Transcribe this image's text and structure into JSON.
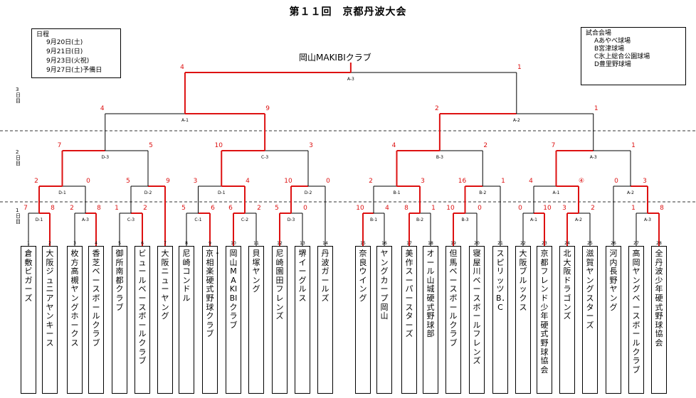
{
  "title": "第１１回　京都丹波大会",
  "schedule": {
    "title": "日程",
    "dates": [
      "9月20日(土)",
      "9月21日(日)",
      "9月23日(火祝)",
      "9月27日(土)予備日"
    ]
  },
  "venues": {
    "title": "試合会場",
    "items": [
      "Aあやべ球場",
      "B宮津球場",
      "C氷上総合公園球場",
      "D豊里野球場"
    ]
  },
  "champion": "岡山MAKIBIクラブ",
  "rounds": [
    "3日目",
    "2日目",
    "1日目"
  ],
  "teams": [
    {
      "no": "1",
      "name": "倉敷ビガーズ"
    },
    {
      "no": "2",
      "name": "大阪ジュニアヤンキース"
    },
    {
      "no": "3",
      "name": "枚方高槻ヤングホークス"
    },
    {
      "no": "4",
      "name": "香芝ベースボールクラブ"
    },
    {
      "no": "5",
      "name": "御所南都クラブ"
    },
    {
      "no": "6",
      "name": "ビュールベースボールクラブ"
    },
    {
      "no": "7",
      "name": "大阪ニューヤング"
    },
    {
      "no": "8",
      "name": "尼崎コンドル"
    },
    {
      "no": "9",
      "name": "京・相楽硬式野球クラブ"
    },
    {
      "no": "10",
      "name": "岡山MAKIBIクラブ"
    },
    {
      "no": "11",
      "name": "貝塚ヤング"
    },
    {
      "no": "12",
      "name": "尼崎園田フレンズ"
    },
    {
      "no": "13",
      "name": "堺イーグルス"
    },
    {
      "no": "14",
      "name": "丹波ガールズ"
    },
    {
      "no": "15",
      "name": "奈良ウイング"
    },
    {
      "no": "16",
      "name": "ヤングカープ岡山"
    },
    {
      "no": "17",
      "name": "美作スーパースターズ"
    },
    {
      "no": "18",
      "name": "オール山城硬式野球部"
    },
    {
      "no": "19",
      "name": "但馬ベースボールクラブ"
    },
    {
      "no": "20",
      "name": "寝屋川ベースボールフレンズ"
    },
    {
      "no": "21",
      "name": "スピリッツB．C"
    },
    {
      "no": "22",
      "name": "大阪ブルックス"
    },
    {
      "no": "23",
      "name": "京都フレンド少年硬式野球協会"
    },
    {
      "no": "24",
      "name": "北大阪ドラゴンズ"
    },
    {
      "no": "25",
      "name": "滋賀ヤングスターズ"
    },
    {
      "no": "26",
      "name": "河内長野ヤング"
    },
    {
      "no": "27",
      "name": "高岡ヤングベースボールクラブ"
    },
    {
      "no": "28",
      "name": "全丹波少年硬式野球協会"
    }
  ],
  "matches": [
    {
      "code": "D-1",
      "scores": [
        "7",
        "8"
      ]
    },
    {
      "code": "A-3",
      "scores": [
        "2",
        "8"
      ]
    },
    {
      "code": "C-3",
      "scores": [
        "1",
        "2"
      ]
    },
    {
      "code": "C-1",
      "scores": [
        "5",
        "6"
      ]
    },
    {
      "code": "C-2",
      "scores": [
        "6",
        "2"
      ]
    },
    {
      "code": "D-3",
      "scores": [
        "5",
        "0"
      ]
    },
    {
      "code": "B-1",
      "scores": [
        "10",
        "4"
      ]
    },
    {
      "code": "B-2",
      "scores": [
        "8",
        "1"
      ]
    },
    {
      "code": "B-3",
      "scores": [
        "10",
        "0"
      ]
    },
    {
      "code": "A-1",
      "scores": [
        "0",
        "10"
      ]
    },
    {
      "code": "A-2",
      "scores": [
        "3",
        "2"
      ]
    },
    {
      "code": "A-3",
      "scores": [
        "1",
        "8"
      ]
    },
    {
      "code": "D-1",
      "scores": [
        "2",
        "0"
      ]
    },
    {
      "code": "D-2",
      "scores": [
        "5",
        "9"
      ]
    },
    {
      "code": "D-1",
      "scores": [
        "3",
        "4"
      ]
    },
    {
      "code": "D-2",
      "scores": [
        "10",
        "0"
      ]
    },
    {
      "code": "B-1",
      "scores": [
        "2",
        "3"
      ]
    },
    {
      "code": "B-2",
      "scores": [
        "16",
        "1"
      ]
    },
    {
      "code": "A-1",
      "scores": [
        "4",
        "④"
      ]
    },
    {
      "code": "A-2",
      "scores": [
        "3",
        "0"
      ]
    },
    {
      "code": "D-3",
      "scores": [
        "7",
        "5"
      ]
    },
    {
      "code": "C-3",
      "scores": [
        "10",
        "3"
      ]
    },
    {
      "code": "B-3",
      "scores": [
        "4",
        "2"
      ]
    },
    {
      "code": "A-3",
      "scores": [
        "7",
        "1"
      ]
    },
    {
      "code": "A-1",
      "scores": [
        "4",
        "9"
      ]
    },
    {
      "code": "A-2",
      "scores": [
        "2",
        "1"
      ]
    },
    {
      "code": "A-3",
      "scores": [
        "4",
        "1"
      ]
    }
  ],
  "colors": {
    "winner": "#dd1111",
    "line": "#000000",
    "text_score": "#dd1111"
  }
}
